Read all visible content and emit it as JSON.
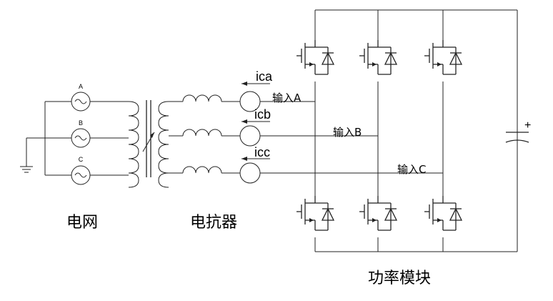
{
  "sources": [
    {
      "label": "A"
    },
    {
      "label": "B"
    },
    {
      "label": "C"
    }
  ],
  "currents": {
    "a": "ica",
    "b": "icb",
    "c": "icc"
  },
  "inputs": {
    "a": "输入A",
    "b": "输入B",
    "c": "输入C"
  },
  "dc_plus": "+",
  "captions": {
    "grid": "电网",
    "reactor": "电抗器",
    "power_module": "功率模块"
  }
}
